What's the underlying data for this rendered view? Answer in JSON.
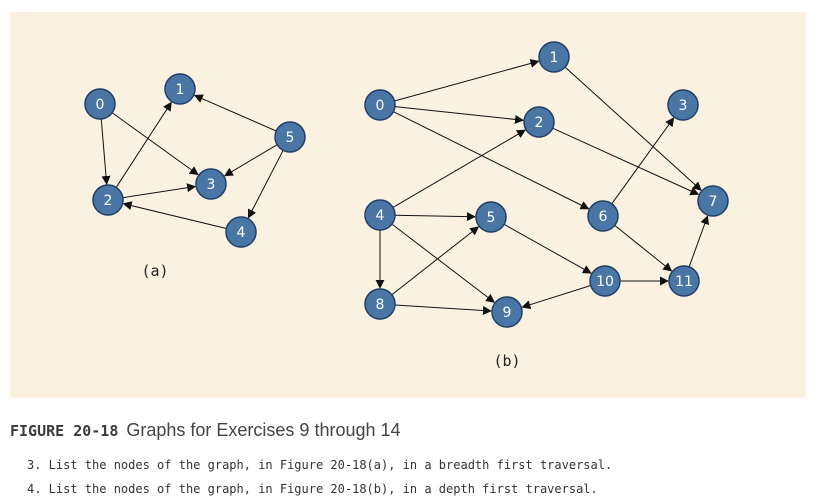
{
  "graphs": [
    {
      "id": "a",
      "label": "(a)",
      "nodes": [
        "0",
        "1",
        "2",
        "3",
        "4",
        "5"
      ],
      "edges": [
        [
          "0",
          "2"
        ],
        [
          "0",
          "3"
        ],
        [
          "2",
          "1"
        ],
        [
          "2",
          "3"
        ],
        [
          "5",
          "1"
        ],
        [
          "5",
          "3"
        ],
        [
          "5",
          "4"
        ],
        [
          "4",
          "2"
        ]
      ]
    },
    {
      "id": "b",
      "label": "(b)",
      "nodes": [
        "0",
        "1",
        "2",
        "3",
        "4",
        "5",
        "6",
        "7",
        "8",
        "9",
        "10",
        "11"
      ],
      "edges": [
        [
          "0",
          "1"
        ],
        [
          "0",
          "2"
        ],
        [
          "0",
          "6"
        ],
        [
          "1",
          "7"
        ],
        [
          "2",
          "7"
        ],
        [
          "6",
          "3"
        ],
        [
          "6",
          "11"
        ],
        [
          "4",
          "2"
        ],
        [
          "4",
          "5"
        ],
        [
          "4",
          "9"
        ],
        [
          "4",
          "8"
        ],
        [
          "8",
          "5"
        ],
        [
          "8",
          "9"
        ],
        [
          "5",
          "10"
        ],
        [
          "10",
          "9"
        ],
        [
          "10",
          "11"
        ],
        [
          "11",
          "7"
        ]
      ]
    }
  ],
  "caption": {
    "label": "FIGURE 20-18",
    "text": "Graphs for Exercises 9 through 14"
  },
  "exercises": [
    "3. List the nodes of the graph, in Figure 20-18(a), in a breadth first traversal.",
    "4. List the nodes of the graph, in Figure 20-18(b), in a depth first traversal."
  ],
  "colors": {
    "panel_background": "#fbf1e1",
    "node_fill": "#4a76a6",
    "node_stroke": "#1f3f66",
    "edge": "#111111"
  }
}
